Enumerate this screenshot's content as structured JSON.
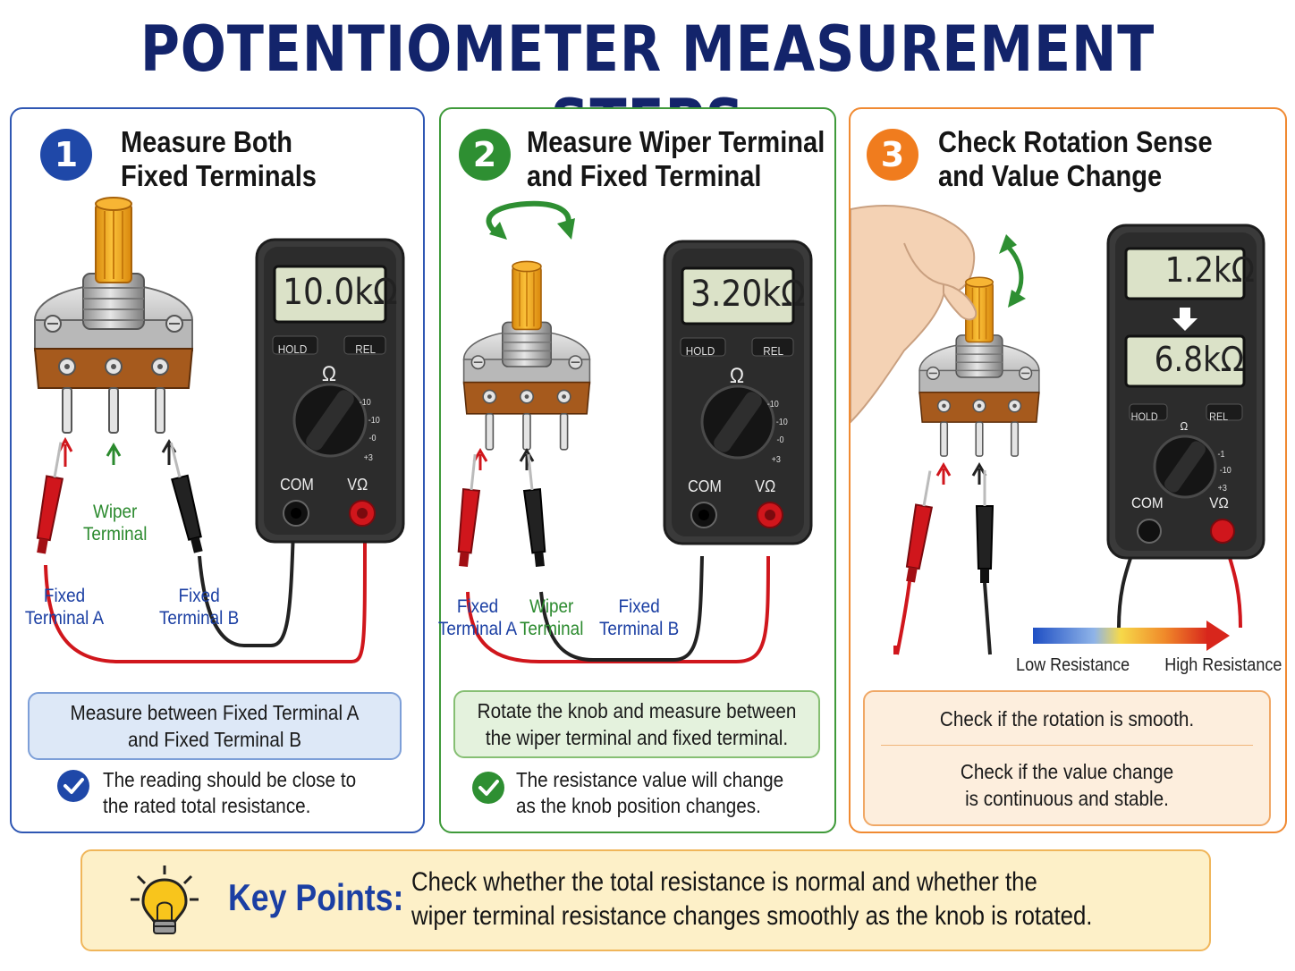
{
  "title": "POTENTIOMETER MEASUREMENT STEPS",
  "steps": [
    {
      "number": "1",
      "title_line1": "Measure Both",
      "title_line2": "Fixed Terminals",
      "reading": "10.0kΩ",
      "labels": {
        "fixed_a_1": "Fixed",
        "fixed_a_2": "Terminal A",
        "wiper_1": "Wiper",
        "wiper_2": "Terminal",
        "fixed_b_1": "Fixed",
        "fixed_b_2": "Terminal B"
      },
      "box_line1": "Measure between Fixed Terminal A",
      "box_line2": "and Fixed Terminal B",
      "note_line1": "The reading should be close to",
      "note_line2": "the rated total resistance."
    },
    {
      "number": "2",
      "title_line1": "Measure Wiper Terminal",
      "title_line2": "and Fixed Terminal",
      "reading": "3.20kΩ",
      "labels": {
        "fixed_a_1": "Fixed",
        "fixed_a_2": "Terminal A",
        "wiper_1": "Wiper",
        "wiper_2": "Terminal",
        "fixed_b_1": "Fixed",
        "fixed_b_2": "Terminal B"
      },
      "box_line1": "Rotate the knob and measure between",
      "box_line2": "the wiper terminal and fixed terminal.",
      "note_line1": "The resistance value will change",
      "note_line2": "as the knob position changes."
    },
    {
      "number": "3",
      "title_line1": "Check Rotation Sense",
      "title_line2": "and Value Change",
      "reading_from": "1.2kΩ",
      "reading_to": "6.8kΩ",
      "scale_low": "Low Resistance",
      "scale_high": "High Resistance",
      "box_line1": "Check if the rotation is smooth.",
      "box_line2": "Check if the value change",
      "box_line3": "is continuous and stable."
    }
  ],
  "meter": {
    "hold": "HOLD",
    "rel": "REL",
    "ohm": "Ω",
    "com": "COM",
    "vohm": "VΩ",
    "ticks": [
      "-10",
      "-10",
      "-0",
      "+3"
    ],
    "ticks3": [
      "-1",
      "-10",
      "+3"
    ]
  },
  "key_points": {
    "label": "Key Points:",
    "line1": "Check whether the total resistance is normal and whether the",
    "line2": "wiper terminal resistance changes smoothly as the knob is rotated.",
    "icon": "lightbulb-icon"
  },
  "colors": {
    "title": "#13246b",
    "step1": "#1f48a8",
    "step2": "#2e8f32",
    "step3": "#f07c1e",
    "probe_red": "#d0161c",
    "probe_black": "#1a1a1a",
    "knob": "#f2a520"
  }
}
